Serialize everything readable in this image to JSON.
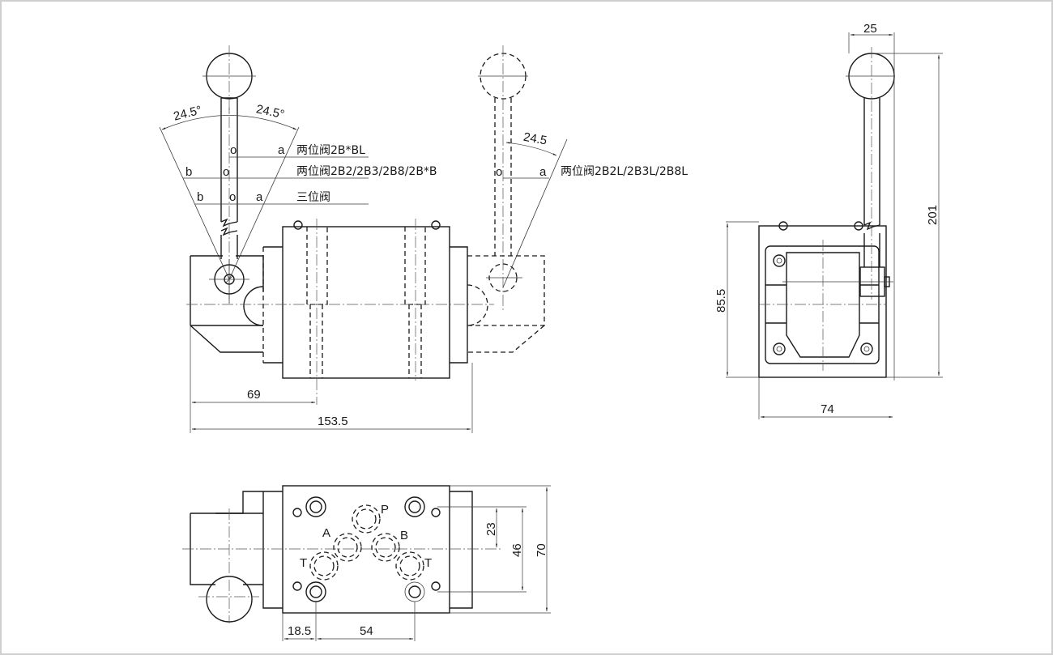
{
  "drawing": {
    "type": "hydraulic manual directional valve outline drawing",
    "front_view": {
      "angle_left": "24.5°",
      "angle_right": "24.5°",
      "position_rows": [
        {
          "marks": [
            "",
            "o",
            "a"
          ],
          "label": "两位阀2B*BL"
        },
        {
          "marks": [
            "b",
            "o",
            ""
          ],
          "label": "两位阀2B2/2B3/2B8/2B*B"
        },
        {
          "marks": [
            "b",
            "o",
            "a"
          ],
          "label": "三位阀"
        }
      ],
      "alt_lever": {
        "angle": "24.5",
        "marks": [
          "o",
          "a"
        ],
        "label": "两位阀2B2L/2B3L/2B8L"
      },
      "dims": {
        "lever_pivot_offset": "69",
        "overall_length": "153.5"
      }
    },
    "side_view": {
      "dims": {
        "ball_diameter": "25",
        "overall_height": "201",
        "body_height": "85.5",
        "width": "74"
      }
    },
    "bottom_view": {
      "ports": [
        "P",
        "A",
        "B",
        "T",
        "T"
      ],
      "dims": {
        "port_offset_1": "23",
        "port_offset_2": "46",
        "width": "70",
        "edge_offset": "18.5",
        "bolt_spacing": "54"
      }
    }
  }
}
